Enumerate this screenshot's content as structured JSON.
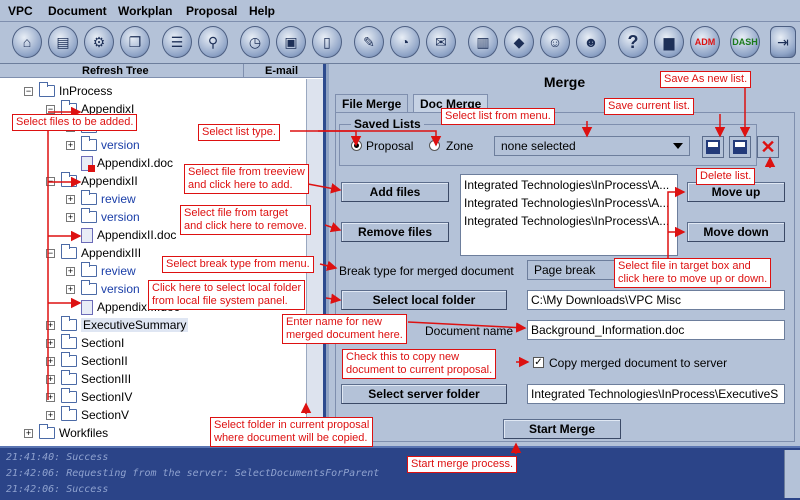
{
  "menu": [
    "VPC",
    "Document",
    "Workplan",
    "Proposal",
    "Help"
  ],
  "toolbar_icons": [
    "open-icon",
    "print-icon",
    "network-icon",
    "copy-icon",
    "document-icon",
    "search-icon",
    "timer-icon",
    "presentation-icon",
    "notebook-icon",
    "edit-icon",
    "clock-icon",
    "mail-icon",
    "merge-icon",
    "color-icon",
    "users-icon",
    "user-icon",
    "help-icon",
    "screen-icon",
    "adm-icon",
    "dash-icon",
    "exit-icon"
  ],
  "toolbar_text": {
    "adm": "ADM",
    "dash": "DASH",
    "help": "?"
  },
  "left": {
    "header_refresh": "Refresh Tree",
    "header_email": "E-mail",
    "tree": [
      {
        "label": "InProcess"
      },
      {
        "label": "AppendixI"
      },
      {
        "label": "review"
      },
      {
        "label": "version"
      },
      {
        "label": "AppendixI.doc"
      },
      {
        "label": "AppendixII"
      },
      {
        "label": "review"
      },
      {
        "label": "version"
      },
      {
        "label": "AppendixII.doc"
      },
      {
        "label": "AppendixIII"
      },
      {
        "label": "review"
      },
      {
        "label": "version"
      },
      {
        "label": "AppendixIII.doc"
      },
      {
        "label": "ExecutiveSummary"
      },
      {
        "label": "SectionI"
      },
      {
        "label": "SectionII"
      },
      {
        "label": "SectionIII"
      },
      {
        "label": "SectionIV"
      },
      {
        "label": "SectionV"
      },
      {
        "label": "Workfiles"
      }
    ]
  },
  "right": {
    "title": "Merge",
    "tabs": [
      "File Merge",
      "Doc Merge"
    ],
    "saved_lists_label": "Saved Lists",
    "radio_proposal": "Proposal",
    "radio_zone": "Zone",
    "list_select": "none selected",
    "add_files": "Add files",
    "remove_files": "Remove files",
    "move_up": "Move up",
    "move_down": "Move down",
    "target_items": [
      "Integrated Technologies\\InProcess\\A...",
      "Integrated Technologies\\InProcess\\A...",
      "Integrated Technologies\\InProcess\\A..."
    ],
    "break_label": "Break type for merged document",
    "break_value": "Page break",
    "select_local": "Select local folder",
    "local_path": "C:\\My Downloads\\VPC Misc",
    "docname_label": "Document name",
    "docname_value": "Background_Information.doc",
    "copy_label": "Copy merged document to server",
    "select_server": "Select server folder",
    "server_path": "Integrated Technologies\\InProcess\\ExecutiveS",
    "start_merge": "Start Merge"
  },
  "annotations": {
    "a1": "Select files to be added.",
    "a2": "Select list type.",
    "a3": "Select list from menu.",
    "a4": "Save current list.",
    "a5": "Save As new list.",
    "a6": "Delete list.",
    "a7a": "Select file from treeview",
    "a7b": "and click here to add.",
    "a8a": "Select file from target",
    "a8b": "and click here to remove.",
    "a9": "Select break type from menu.",
    "a10a": "Select file in target box and",
    "a10b": "click here to move up or down.",
    "a11a": "Click here to select local folder",
    "a11b": "from local file system panel.",
    "a12a": "Enter name for new",
    "a12b": "merged document here.",
    "a13a": "Check this to copy new",
    "a13b": "document to current proposal.",
    "a14a": "Select folder in current proposal",
    "a14b": "where document will be copied.",
    "a15": "Start merge process."
  },
  "log": [
    "21:41:40: Success",
    "21:42:06: Requesting from the server: SelectDocumentsForParent",
    "21:42:06: Success"
  ],
  "colors": {
    "panel": "#b4c2d8",
    "accent": "#2b4488",
    "annotation": "#dd1111"
  }
}
